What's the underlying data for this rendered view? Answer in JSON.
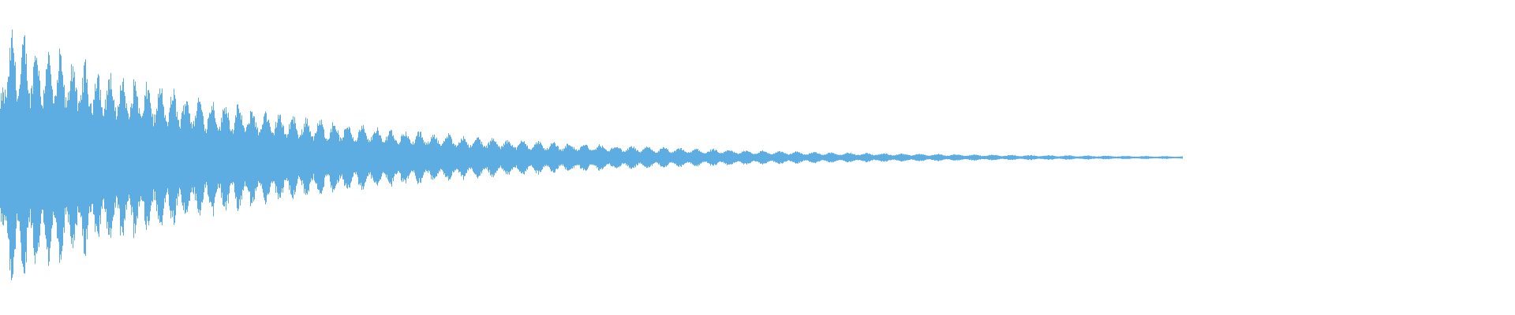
{
  "waveform": {
    "color": "#5dade2",
    "background": "#ffffff",
    "envelope": "exponential-decay",
    "duration_fraction": 0.78,
    "peak_amplitude_fraction": 0.96,
    "end_amplitude_fraction": 0.01
  }
}
